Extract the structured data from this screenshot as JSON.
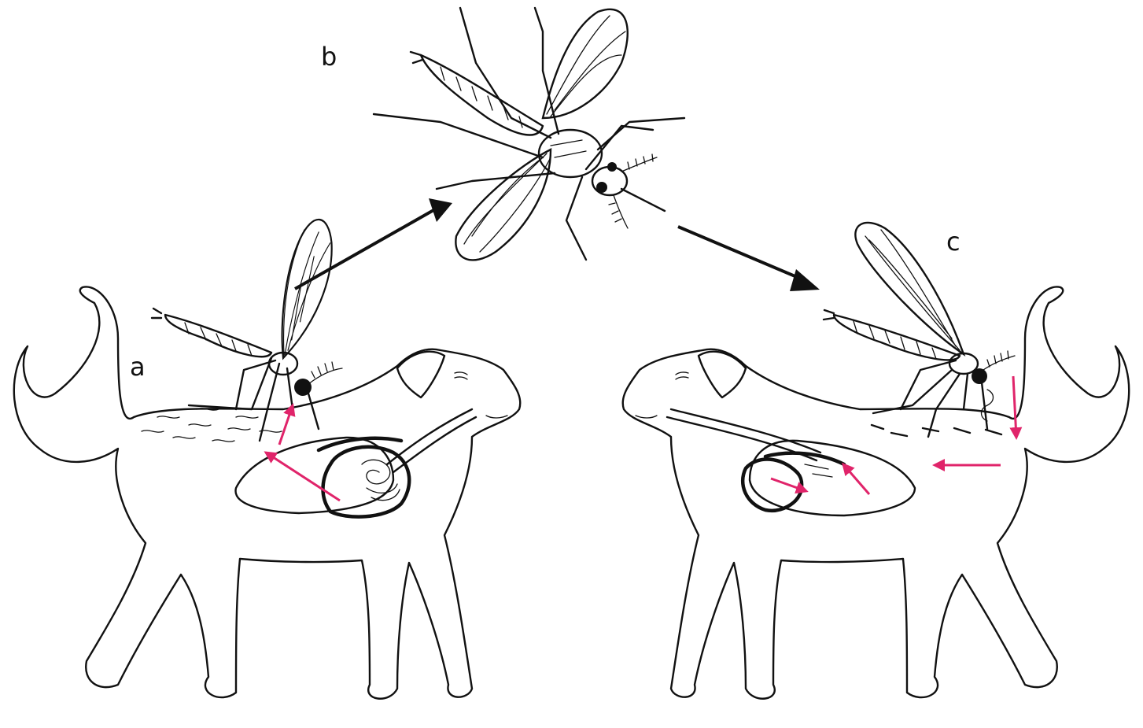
{
  "labels": {
    "a": "a",
    "b": "b",
    "c": "c"
  },
  "colors": {
    "ink": "#111111",
    "arrow_pink": "#e0246a",
    "background": "#ffffff"
  },
  "icons": {
    "host_left": "dog-outline",
    "host_right": "dog-outline",
    "vector": "mosquito"
  }
}
